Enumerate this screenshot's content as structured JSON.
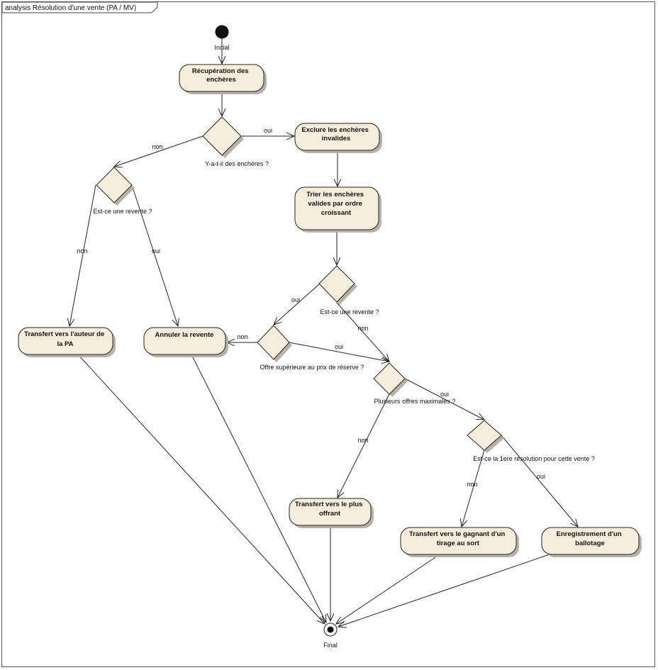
{
  "diagram": {
    "title": "analysis Résolution d'une vente (PA / MV)",
    "initial_label": "Initial",
    "final_label": "Final",
    "actions": {
      "recuperation": [
        "Récupération des",
        "enchères"
      ],
      "exclure": [
        "Exclure les enchères",
        "invalides"
      ],
      "trier": [
        "Trier les enchères",
        "valides par ordre",
        "croissant"
      ],
      "transfert_auteur": [
        "Transfert vers l'auteur de",
        "la PA"
      ],
      "annuler": [
        "Annuler la revente"
      ],
      "transfert_offrant": [
        "Transfert vers le plus",
        "offrant"
      ],
      "transfert_gagnant": [
        "Transfert vers le gagnant d'un",
        "tirage au sort"
      ],
      "ballotage": [
        "Enregistrement d'un",
        "ballotage"
      ]
    },
    "decisions": {
      "d1": "Y-a-t-il des enchères ?",
      "d2": "Est-ce une revente ?",
      "d3": "Est-ce une revente ?",
      "d4": "Offre supérieure au prix de réserve ?",
      "d5": "Plusieurs offres maximales ?",
      "d6": "Est-ce la 1ere résolution pour cette vente ?"
    },
    "guards": {
      "d1_oui": "oui",
      "d1_non": "non",
      "d2_non": "non",
      "d2_oui": "oui",
      "d3_oui": "oui",
      "d3_non": "non",
      "d4_non": "non",
      "d4_oui": "oui",
      "d5_oui": "oui",
      "d5_non": "non",
      "d6_non": "non",
      "d6_oui": "oui"
    }
  }
}
